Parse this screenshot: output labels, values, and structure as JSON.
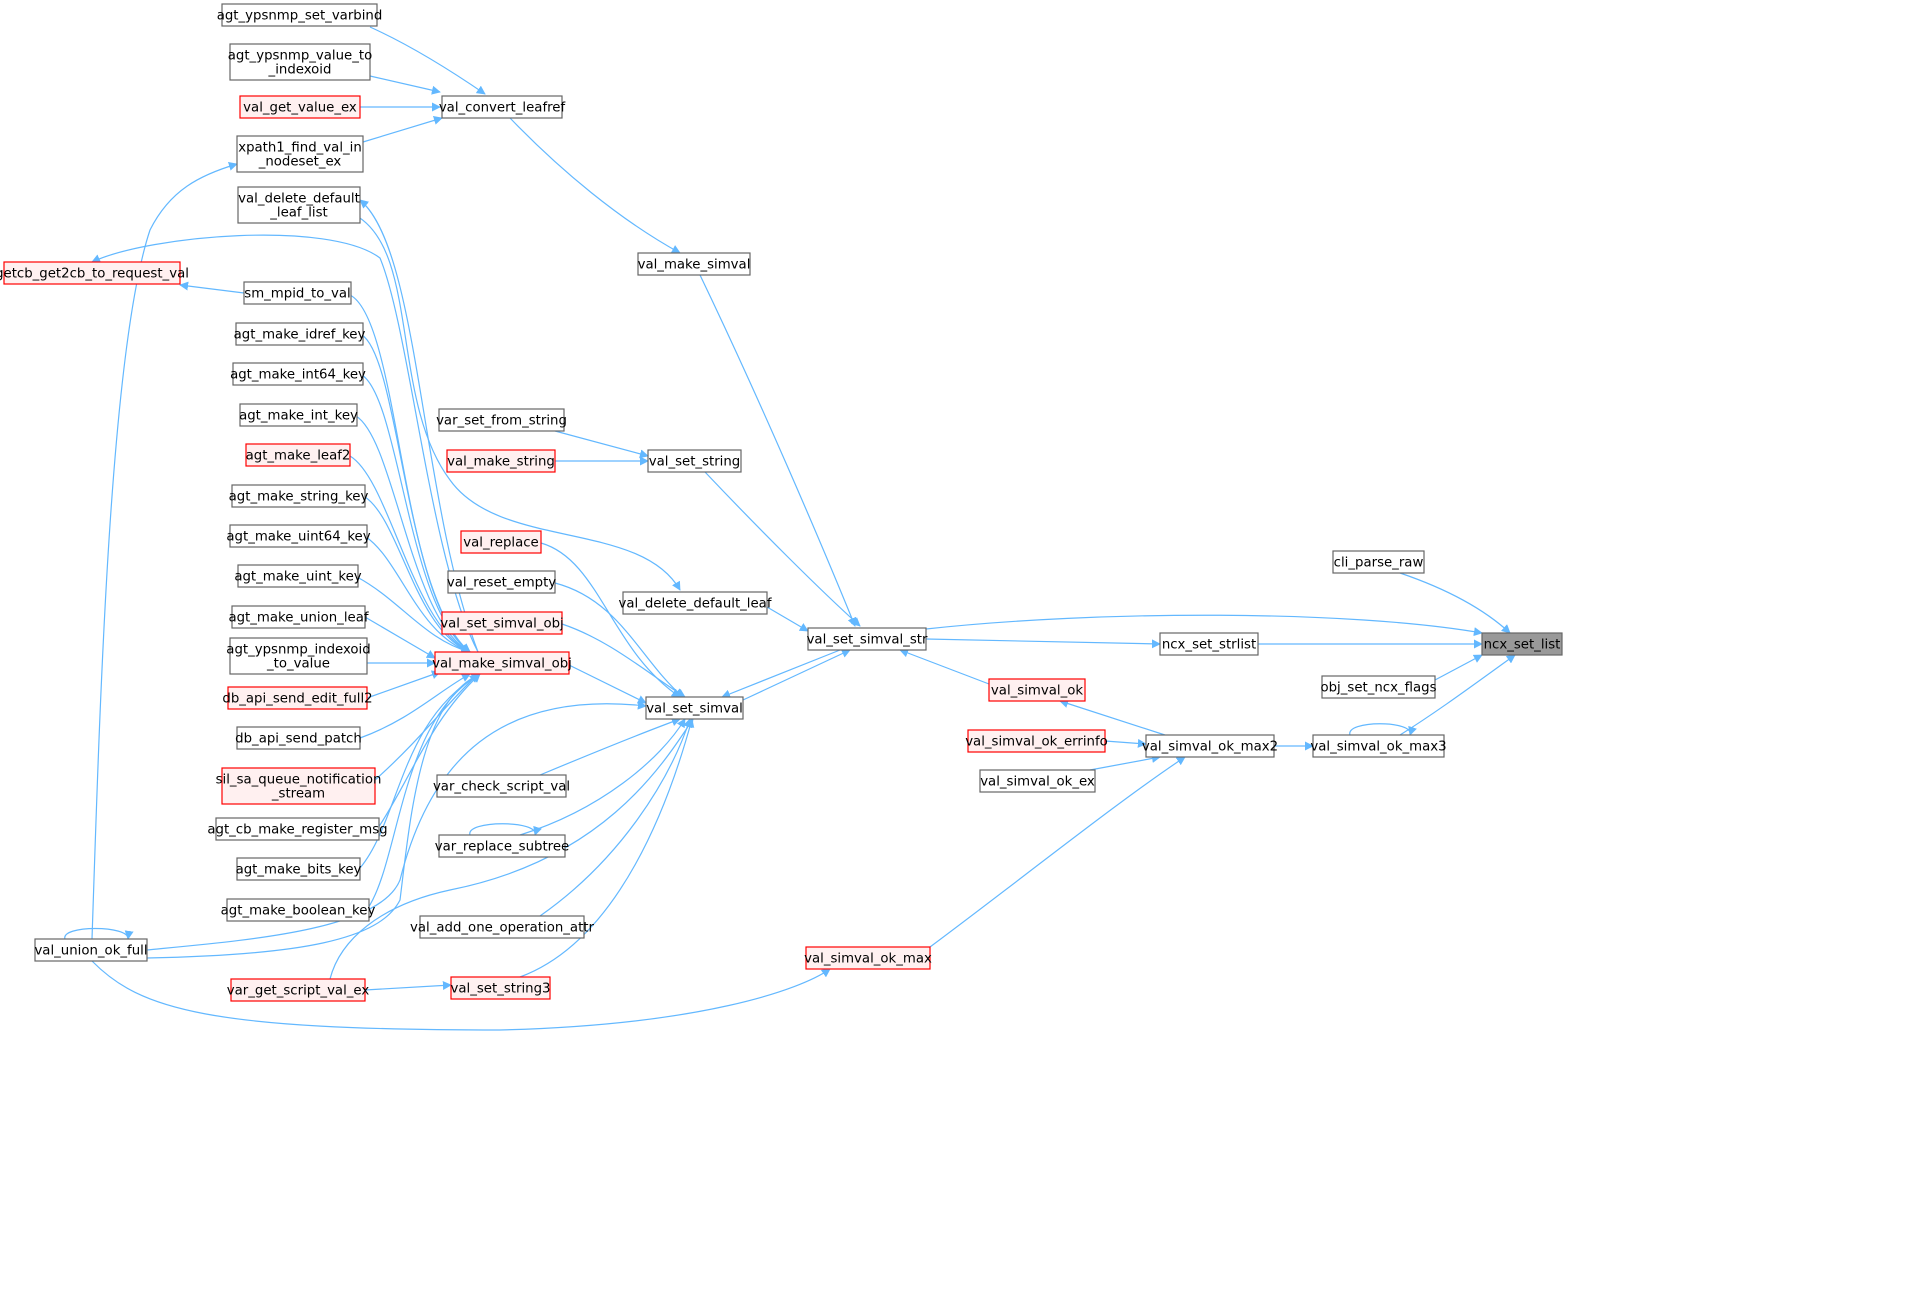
{
  "graph": {
    "title": "",
    "edge_color": "#63b8ff",
    "node_border": "#666666",
    "highlight_border": "#ff0000",
    "focus_fill": "#999999",
    "nodes": {
      "n_agt_ypsnmp_set_varbind": {
        "lines": [
          "agt_ypsnmp_set_varbind"
        ],
        "style": "normal"
      },
      "n_agt_ypsnmp_value_to_indexoid": {
        "lines": [
          "agt_ypsnmp_value_to",
          "_indexoid"
        ],
        "style": "normal"
      },
      "n_val_get_value_ex": {
        "lines": [
          "val_get_value_ex"
        ],
        "style": "red"
      },
      "n_xpath1_find_val_in_nodeset_ex": {
        "lines": [
          "xpath1_find_val_in",
          "_nodeset_ex"
        ],
        "style": "normal"
      },
      "n_val_convert_leafref": {
        "lines": [
          "val_convert_leafref"
        ],
        "style": "normal"
      },
      "n_val_delete_default_leaf_list": {
        "lines": [
          "val_delete_default",
          "_leaf_list"
        ],
        "style": "normal"
      },
      "n_getcb_get2cb_to_request_val": {
        "lines": [
          "getcb_get2cb_to_request_val"
        ],
        "style": "red"
      },
      "n_sm_mpid_to_val": {
        "lines": [
          "sm_mpid_to_val"
        ],
        "style": "normal"
      },
      "n_agt_make_idref_key": {
        "lines": [
          "agt_make_idref_key"
        ],
        "style": "normal"
      },
      "n_agt_make_int64_key": {
        "lines": [
          "agt_make_int64_key"
        ],
        "style": "normal"
      },
      "n_agt_make_int_key": {
        "lines": [
          "agt_make_int_key"
        ],
        "style": "normal"
      },
      "n_agt_make_leaf2": {
        "lines": [
          "agt_make_leaf2"
        ],
        "style": "red"
      },
      "n_agt_make_string_key": {
        "lines": [
          "agt_make_string_key"
        ],
        "style": "normal"
      },
      "n_agt_make_uint64_key": {
        "lines": [
          "agt_make_uint64_key"
        ],
        "style": "normal"
      },
      "n_agt_make_uint_key": {
        "lines": [
          "agt_make_uint_key"
        ],
        "style": "normal"
      },
      "n_agt_make_union_leaf": {
        "lines": [
          "agt_make_union_leaf"
        ],
        "style": "normal"
      },
      "n_agt_ypsnmp_indexoid_to_value": {
        "lines": [
          "agt_ypsnmp_indexoid",
          "_to_value"
        ],
        "style": "normal"
      },
      "n_db_api_send_edit_full2": {
        "lines": [
          "db_api_send_edit_full2"
        ],
        "style": "red"
      },
      "n_db_api_send_patch": {
        "lines": [
          "db_api_send_patch"
        ],
        "style": "normal"
      },
      "n_sil_sa_queue_notification_stream": {
        "lines": [
          "sil_sa_queue_notification",
          "_stream"
        ],
        "style": "red"
      },
      "n_agt_cb_make_register_msg": {
        "lines": [
          "agt_cb_make_register_msg"
        ],
        "style": "normal"
      },
      "n_agt_make_bits_key": {
        "lines": [
          "agt_make_bits_key"
        ],
        "style": "normal"
      },
      "n_agt_make_boolean_key": {
        "lines": [
          "agt_make_boolean_key"
        ],
        "style": "normal"
      },
      "n_val_union_ok_full": {
        "lines": [
          "val_union_ok_full"
        ],
        "style": "normal"
      },
      "n_var_get_script_val_ex": {
        "lines": [
          "var_get_script_val_ex"
        ],
        "style": "red"
      },
      "n_val_make_simval": {
        "lines": [
          "val_make_simval"
        ],
        "style": "normal"
      },
      "n_var_set_from_string": {
        "lines": [
          "var_set_from_string"
        ],
        "style": "normal"
      },
      "n_val_make_string": {
        "lines": [
          "val_make_string"
        ],
        "style": "red"
      },
      "n_val_set_string": {
        "lines": [
          "val_set_string"
        ],
        "style": "normal"
      },
      "n_val_replace": {
        "lines": [
          "val_replace"
        ],
        "style": "red"
      },
      "n_val_reset_empty": {
        "lines": [
          "val_reset_empty"
        ],
        "style": "normal"
      },
      "n_val_set_simval_obj": {
        "lines": [
          "val_set_simval_obj"
        ],
        "style": "red"
      },
      "n_val_make_simval_obj": {
        "lines": [
          "val_make_simval_obj"
        ],
        "style": "red"
      },
      "n_val_delete_default_leaf": {
        "lines": [
          "val_delete_default_leaf"
        ],
        "style": "normal"
      },
      "n_val_set_simval": {
        "lines": [
          "val_set_simval"
        ],
        "style": "normal"
      },
      "n_var_check_script_val": {
        "lines": [
          "var_check_script_val"
        ],
        "style": "normal"
      },
      "n_var_replace_subtree": {
        "lines": [
          "var_replace_subtree"
        ],
        "style": "normal"
      },
      "n_val_add_one_operation_attr": {
        "lines": [
          "val_add_one_operation_attr"
        ],
        "style": "normal"
      },
      "n_val_set_string3": {
        "lines": [
          "val_set_string3"
        ],
        "style": "red"
      },
      "n_val_set_simval_str": {
        "lines": [
          "val_set_simval_str"
        ],
        "style": "normal"
      },
      "n_val_simval_ok": {
        "lines": [
          "val_simval_ok"
        ],
        "style": "red"
      },
      "n_val_simval_ok_errinfo": {
        "lines": [
          "val_simval_ok_errinfo"
        ],
        "style": "red"
      },
      "n_val_simval_ok_ex": {
        "lines": [
          "val_simval_ok_ex"
        ],
        "style": "normal"
      },
      "n_val_simval_ok_max2": {
        "lines": [
          "val_simval_ok_max2"
        ],
        "style": "normal"
      },
      "n_val_simval_ok_max": {
        "lines": [
          "val_simval_ok_max"
        ],
        "style": "red"
      },
      "n_ncx_set_strlist": {
        "lines": [
          "ncx_set_strlist"
        ],
        "style": "normal"
      },
      "n_cli_parse_raw": {
        "lines": [
          "cli_parse_raw"
        ],
        "style": "normal"
      },
      "n_obj_set_ncx_flags": {
        "lines": [
          "obj_set_ncx_flags"
        ],
        "style": "normal"
      },
      "n_val_simval_ok_max3": {
        "lines": [
          "val_simval_ok_max3"
        ],
        "style": "normal"
      },
      "n_ncx_set_list": {
        "lines": [
          "ncx_set_list"
        ],
        "style": "focus"
      }
    }
  }
}
